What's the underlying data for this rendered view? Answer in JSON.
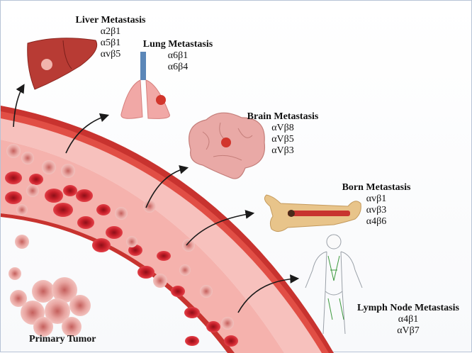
{
  "primary_tumor": "Primary Tumor",
  "sites": [
    {
      "title": "Liver Metastasis",
      "integrins": [
        "α2β1",
        "α5β1",
        "αvβ5"
      ],
      "icon": "liver-icon"
    },
    {
      "title": "Lung Metastasis",
      "integrins": [
        "α6β1",
        "α6β4"
      ],
      "icon": "lungs-icon"
    },
    {
      "title": "Brain Metastasis",
      "integrins": [
        "αVβ8",
        "αVβ5",
        "αVβ3"
      ],
      "icon": "brain-icon"
    },
    {
      "title": "Born Metastasis",
      "integrins": [
        "αvβ1",
        "αvβ3",
        "α4β6"
      ],
      "icon": "bone-icon"
    },
    {
      "title": "Lymph Node Metastasis",
      "integrins": [
        "α4β1",
        "αVβ7"
      ],
      "icon": "lymph-body-icon"
    }
  ],
  "colors": {
    "vessel_wall": "#c8332f",
    "vessel_lumen": "#f7c1bd",
    "rbc": "#c8202a",
    "tumor_cell": "#e8a4a0",
    "arrow": "#1a1a1a"
  }
}
